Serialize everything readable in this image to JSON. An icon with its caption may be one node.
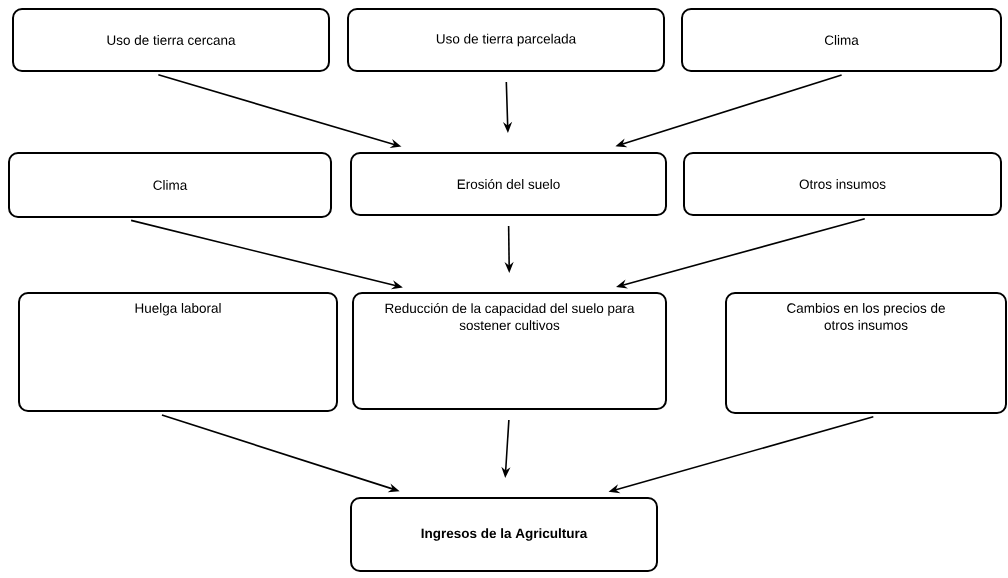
{
  "diagram": {
    "nodes": [
      {
        "text": [
          "Uso de tierra cercana"
        ]
      },
      {
        "text": [
          "Uso de tierra parcelada"
        ]
      },
      {
        "text": [
          "Clima"
        ]
      },
      {
        "text": [
          "Clima"
        ]
      },
      {
        "text": [
          "Erosión del suelo"
        ]
      },
      {
        "text": [
          "Otros insumos"
        ]
      },
      {
        "text": [
          "Huelga laboral"
        ]
      },
      {
        "text": [
          "Reducción de la capacidad del suelo para sostener cultivos"
        ]
      },
      {
        "text": [
          "Cambios en los precios de otros insumos"
        ]
      },
      {
        "text": [
          "Ingresos de la Agricultura"
        ]
      }
    ],
    "edges": [
      {
        "from": 0,
        "to": 4,
        "arrow": "to"
      },
      {
        "from": 1,
        "to": 4,
        "arrow": "to"
      },
      {
        "from": 2,
        "to": 4,
        "arrow": "to"
      },
      {
        "from": 3,
        "to": 7,
        "arrow": "to"
      },
      {
        "from": 4,
        "to": 7,
        "arrow": "to"
      },
      {
        "from": 5,
        "to": 7,
        "arrow": "to"
      },
      {
        "from": 6,
        "to": 9,
        "arrow": "to"
      },
      {
        "from": 7,
        "to": 9,
        "arrow": "to"
      },
      {
        "from": 8,
        "to": 9,
        "arrow": "to"
      }
    ]
  }
}
